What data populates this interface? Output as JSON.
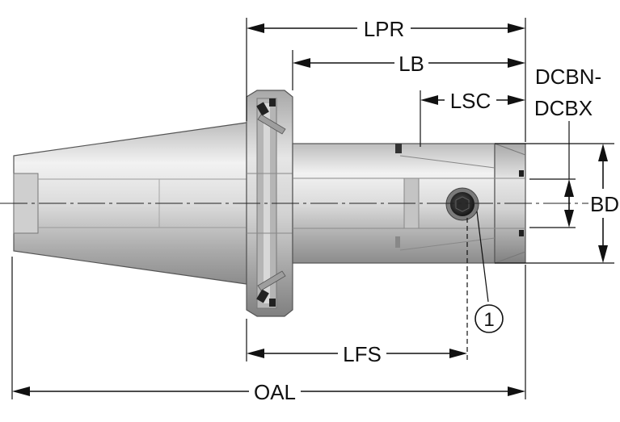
{
  "labels": {
    "lpr": "LPR",
    "lb": "LB",
    "lsc": "LSC",
    "dcbn": "DCBN-",
    "dcbx": "DCBX",
    "bd": "BD",
    "lfs": "LFS",
    "oal": "OAL",
    "callout": "1"
  },
  "colors": {
    "line": "#111111",
    "steel_light": "#eeeeee",
    "steel_mid": "#c9c9c9",
    "steel_dark": "#8f8f8f",
    "screw": "#222222"
  }
}
